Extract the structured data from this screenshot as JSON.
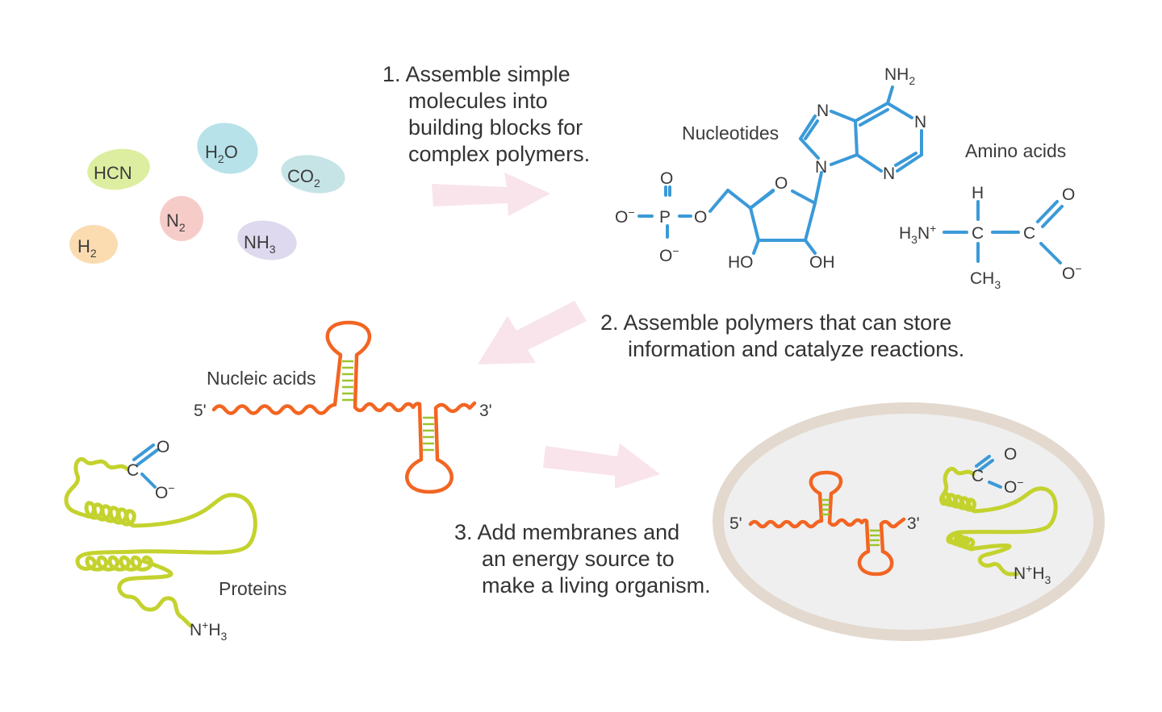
{
  "steps": {
    "step1": [
      "1. Assemble simple",
      "molecules into",
      "building blocks for",
      "complex polymers."
    ],
    "step2": [
      "2. Assemble polymers that can store",
      "information and catalyze reactions."
    ],
    "step3": [
      "3. Add membranes and",
      "an energy source to",
      "make a living organism."
    ]
  },
  "molecules": [
    {
      "id": "hcn",
      "text": "HCN",
      "color": "#ddeea0"
    },
    {
      "id": "h2o",
      "base": "H",
      "sub": "2",
      "rest": "O",
      "color": "#b7e2ea"
    },
    {
      "id": "co2",
      "base": "CO",
      "sub": "2",
      "rest": "",
      "color": "#c6e4e6"
    },
    {
      "id": "n2",
      "base": "N",
      "sub": "2",
      "rest": "",
      "color": "#f6ccc9"
    },
    {
      "id": "h2",
      "base": "H",
      "sub": "2",
      "rest": "",
      "color": "#fbdcb0"
    },
    {
      "id": "nh3",
      "base": "NH",
      "sub": "3",
      "rest": "",
      "color": "#ded9ee"
    }
  ],
  "labels": {
    "nucleotides": "Nucleotides",
    "amino_acids": "Amino acids",
    "nucleic_acids": "Nucleic acids",
    "proteins": "Proteins"
  },
  "nucleotide": {
    "nh2": "NH",
    "nh2_sub": "2",
    "n": "N",
    "o": "O",
    "p": "P",
    "o_minus": "O",
    "minus": "−",
    "ho": "HO",
    "oh": "OH"
  },
  "amino_acid": {
    "h": "H",
    "h3n": "H",
    "h3n_sub": "3",
    "h3n_n": "N",
    "plus": "+",
    "c": "C",
    "o": "O",
    "o_minus": "O",
    "minus": "−",
    "ch3": "CH",
    "ch3_sub": "3"
  },
  "strand": {
    "five": "5'",
    "three": "3'"
  },
  "protein": {
    "c": "C",
    "o": "O",
    "o_minus": "O",
    "minus": "−",
    "n": "N",
    "plus": "+",
    "h": "H",
    "h_sub": "3"
  },
  "colors": {
    "arrow": "#f8e4ea",
    "bond": "#3b9ad8",
    "rna": "#f26522",
    "pair": "#9cc52c",
    "protein": "#c4d22e",
    "membrane": "#e3d9cf",
    "cell": "#efefef"
  }
}
